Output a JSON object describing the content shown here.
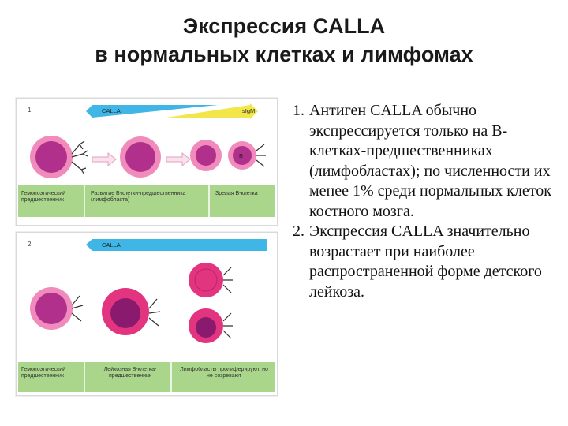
{
  "title": {
    "line1": "Экспрессия CALLA",
    "line2": "в нормальных клетках и лимфомах"
  },
  "panel1": {
    "number": "1",
    "bar_left_label": "CALLA",
    "bar_right_label": "sIgM",
    "cell_label_b": "B",
    "captions": [
      "Гемопоэтический предшественник",
      "Развитие B-клетки-предшественника (лимфобласта)",
      "Зрелая B-клетка"
    ]
  },
  "panel2": {
    "number": "2",
    "bar_label": "CALLA",
    "captions": [
      "Гемопоэтический предшественник",
      "Лейкозная B-клетка-предшественник",
      "Лимфобласты пролиферируют, но не созревают"
    ]
  },
  "points": [
    {
      "num": "1.",
      "text": "Антиген CALLA обычно экспрессируется только на B-клетках-предшественниках (лимфобластах); по численности их менее 1% среди нормальных клеток костного мозга."
    },
    {
      "num": "2.",
      "text": "Экспрессия CALLA значительно возрастает при наиболее распространенной форме детского лейкоза."
    }
  ],
  "colors": {
    "bar_blue": "#3fb6e6",
    "bar_yellow": "#f2e64a",
    "caption_green": "#a9d68a",
    "cell_outer": "#f08bbb",
    "cell_nucleus": "#b0308c",
    "cell_nucleus_dark": "#8a1a6e",
    "cell_bright": "#e3347f"
  }
}
